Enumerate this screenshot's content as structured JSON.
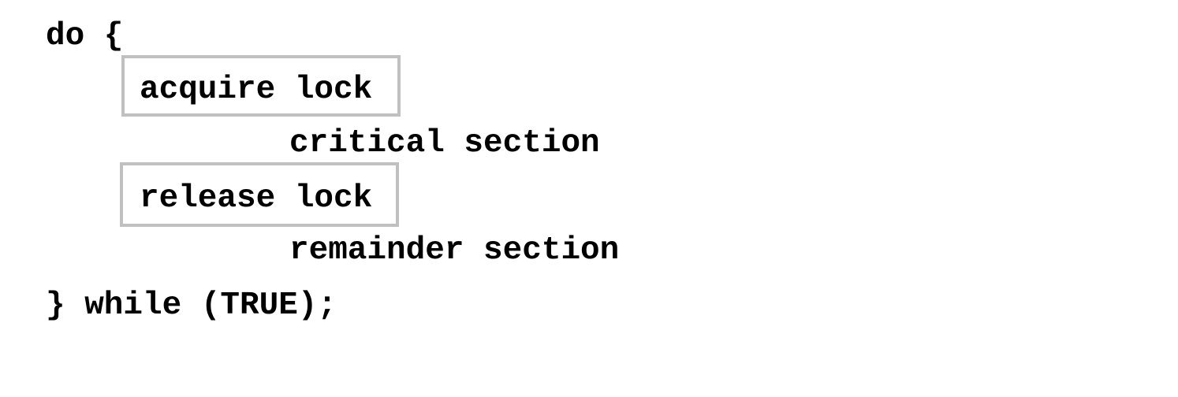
{
  "code": {
    "loop_open": "do {",
    "acquire": "acquire lock",
    "critical": "critical section",
    "release": "release lock",
    "remainder": "remainder section",
    "loop_close": "} while (TRUE);"
  },
  "colors": {
    "box_border": "#c0c0c0",
    "text": "#000000",
    "background": "#ffffff"
  }
}
